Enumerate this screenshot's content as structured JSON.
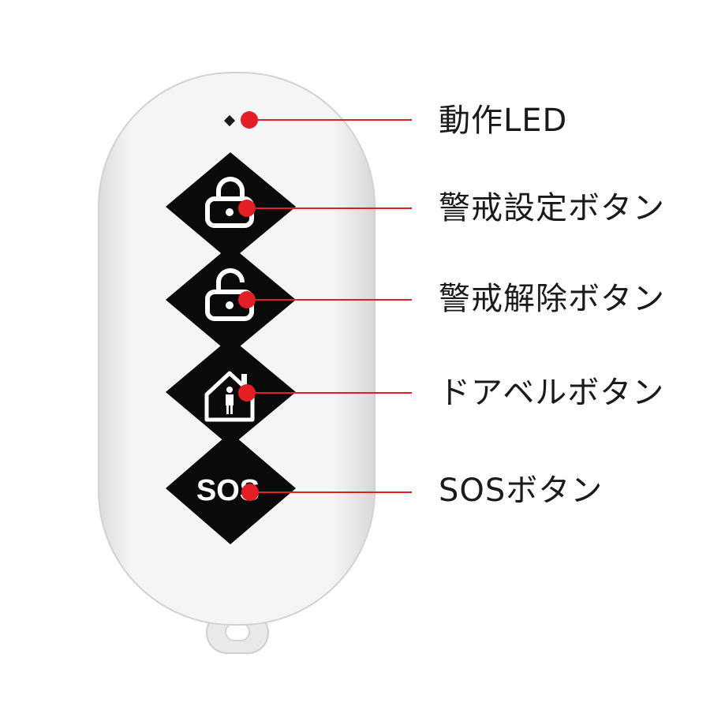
{
  "product": {
    "body_color": "#f2f2f2",
    "button_color": "#0a0a0a",
    "pointer_color": "#e31e24",
    "sos_text": "SOS"
  },
  "buttons": [
    {
      "icon": "lock-closed-icon"
    },
    {
      "icon": "lock-open-icon"
    },
    {
      "icon": "home-person-icon"
    },
    {
      "icon": "sos-icon"
    }
  ],
  "labels": {
    "led": "動作LED",
    "arm": "警戒設定ボタン",
    "disarm": "警戒解除ボタン",
    "doorbell": "ドアベルボタン",
    "sos": "SOSボタン"
  }
}
